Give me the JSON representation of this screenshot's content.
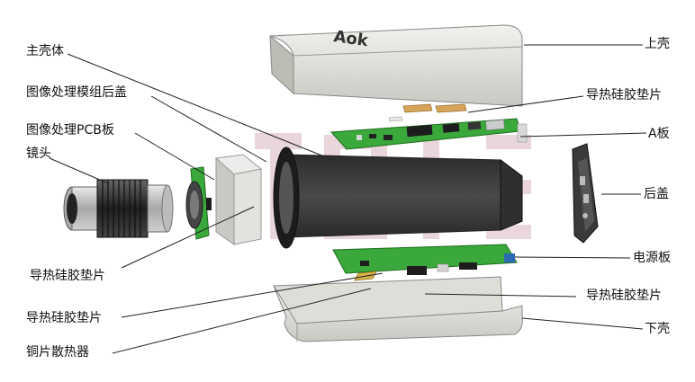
{
  "labels": {
    "main_shell": "主壳体",
    "img_module_rear_cover": "图像处理模组后盖",
    "img_pcb_board": "图像处理PCB板",
    "lens": "镜头",
    "thermal_pad_left": "导热硅胶垫片",
    "thermal_pad_bottom_left": "导热硅胶垫片",
    "copper_heatsink": "铜片散热器",
    "top_shell": "上壳",
    "thermal_pad_top": "导热硅胶垫片",
    "a_board": "A板",
    "rear_cover": "后盖",
    "power_board": "电源板",
    "thermal_pad_bottom_right": "导热硅胶垫片",
    "bottom_shell": "下壳",
    "top_shell_brand": "Aok"
  },
  "colors": {
    "pcb_green": "#3aa83a",
    "pad_orange": "#d6a35a",
    "pad_purple": "#a55aa0",
    "shell_gray": "#d6d6d0",
    "body_dark": "#3d3d3d",
    "watermark": "#c08b9b"
  }
}
